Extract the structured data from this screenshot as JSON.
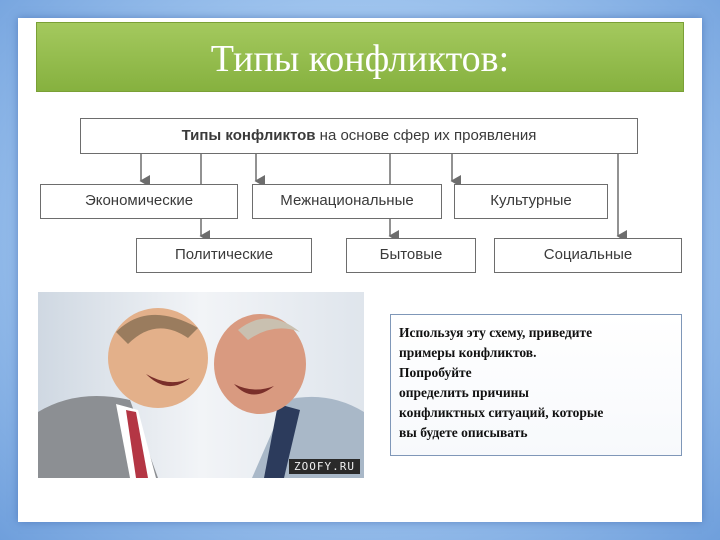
{
  "title": "Типы конфликтов:",
  "scheme": {
    "top_bold": "Типы конфликтов",
    "top_rest": " на основе сфер их проявления",
    "row1": [
      "Экономические",
      "Межнациональные",
      "Культурные"
    ],
    "row2": [
      "Политические",
      "Бытовые",
      "Социальные"
    ]
  },
  "task_lines": [
    "Используя эту схему, приведите",
    "примеры конфликтов.",
    "Попробуйте",
    "определить причины",
    "конфликтных ситуаций, которые",
    "вы будете описывать"
  ],
  "photo": {
    "watermark": "ZOOFY.RU"
  },
  "colors": {
    "title_bar": "#8db645",
    "frame_blue": "#6f9fdc",
    "box_border": "#6d6d6d"
  }
}
